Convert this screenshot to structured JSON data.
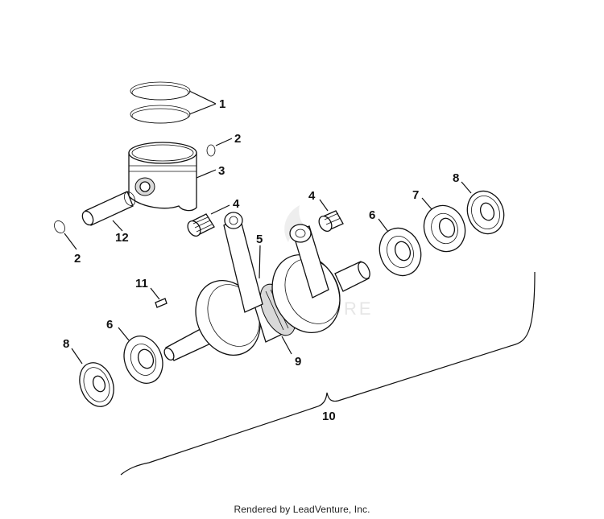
{
  "diagram": {
    "callouts": [
      {
        "id": "label-1",
        "text": "1"
      },
      {
        "id": "label-2-top",
        "text": "2"
      },
      {
        "id": "label-3",
        "text": "3"
      },
      {
        "id": "label-4-left",
        "text": "4"
      },
      {
        "id": "label-4-right",
        "text": "4"
      },
      {
        "id": "label-12",
        "text": "12"
      },
      {
        "id": "label-2-bottom",
        "text": "2"
      },
      {
        "id": "label-6-right",
        "text": "6"
      },
      {
        "id": "label-7",
        "text": "7"
      },
      {
        "id": "label-8-right",
        "text": "8"
      },
      {
        "id": "label-5",
        "text": "5"
      },
      {
        "id": "label-11",
        "text": "11"
      },
      {
        "id": "label-6-left",
        "text": "6"
      },
      {
        "id": "label-8-left",
        "text": "8"
      },
      {
        "id": "label-9",
        "text": "9"
      },
      {
        "id": "label-10",
        "text": "10"
      }
    ],
    "watermark": "LEADVENTURE"
  },
  "footer": {
    "text": "Rendered by LeadVenture, Inc."
  }
}
